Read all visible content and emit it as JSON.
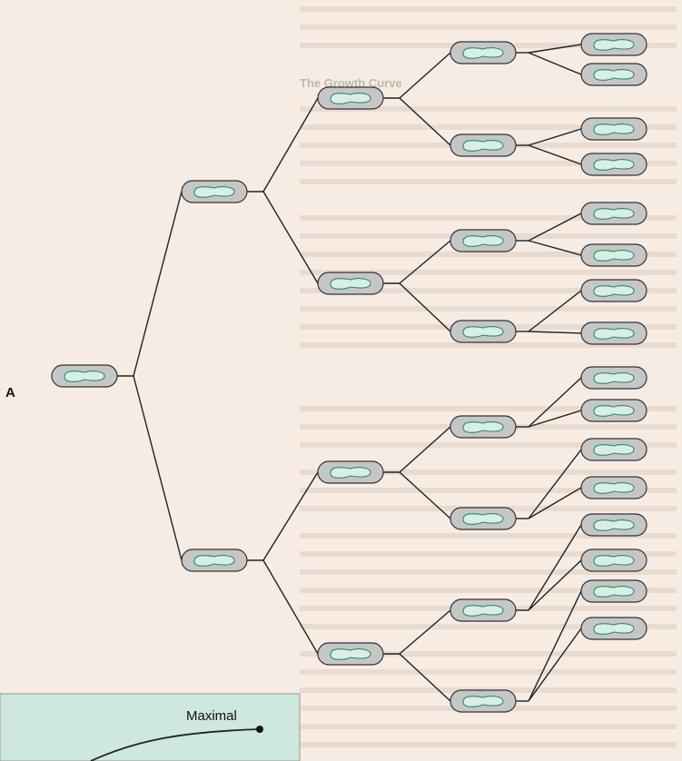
{
  "panel_label": "A",
  "background_heading": "The Growth Curve",
  "inset": {
    "annotation": "Maximal",
    "fill_color": "#cfe8dd",
    "curve_color": "#222222"
  },
  "colors": {
    "page_bg": "#f6ece3",
    "cell_fill": "#c6c6c6",
    "nucleoid_fill": "#d8efe6",
    "nucleoid_stroke": "#2a8a6a",
    "line": "#222222"
  },
  "tree": {
    "generations": 5,
    "cells_per_generation": [
      1,
      2,
      4,
      8,
      16
    ]
  }
}
